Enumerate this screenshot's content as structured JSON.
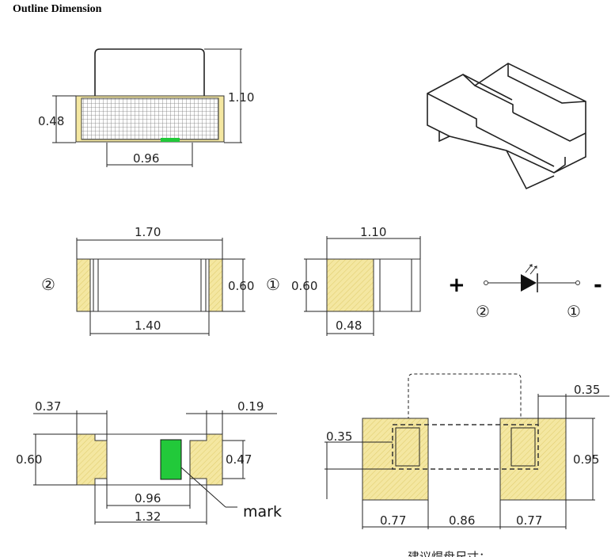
{
  "title": "Outline Dimension",
  "pad_color": "#f4e7a1",
  "mark_color": "#22c93a",
  "top_view": {
    "width_label": "0.96",
    "height_label": "0.48",
    "total_height_label": "1.10"
  },
  "front_view": {
    "length_label": "1.70",
    "inner_label": "1.40",
    "height_label": "0.60",
    "pin_label": "②"
  },
  "side_view": {
    "width_label": "1.10",
    "pad_label": "0.48",
    "height_label": "0.60",
    "pin_label": "①"
  },
  "symbol": {
    "plus": "+",
    "minus": "-",
    "anode_pin": "②",
    "cathode_pin": "①"
  },
  "bottom_view": {
    "pad_label": "0.37",
    "gap_label": "0.19",
    "height_label": "0.60",
    "pad_height_label": "0.47",
    "mark_width_label": "0.96",
    "total_label": "1.32",
    "mark_text": "mark"
  },
  "footprint": {
    "top_right_label": "0.35",
    "left_label": "0.35",
    "height_label": "0.95",
    "pad1_label": "0.77",
    "gap_label": "0.86",
    "pad2_label": "0.77",
    "caption": "建议焊盘尺寸："
  }
}
